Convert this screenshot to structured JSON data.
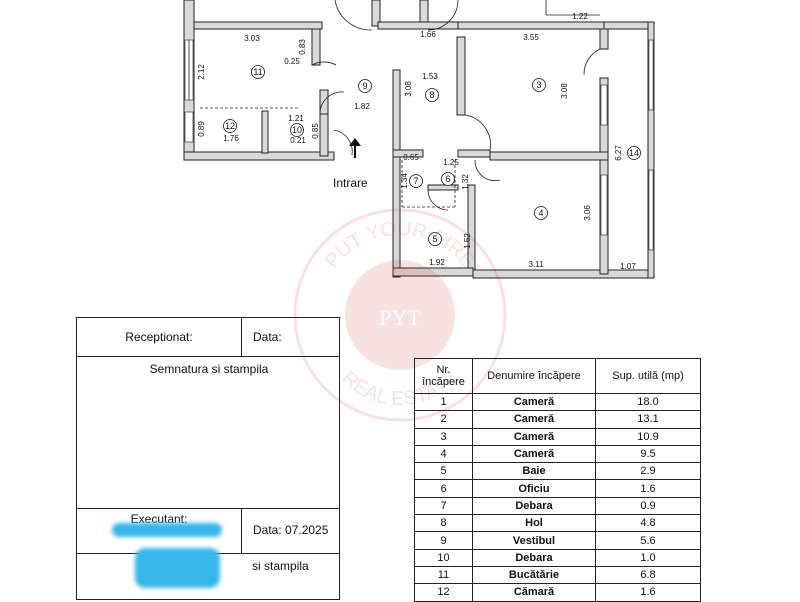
{
  "plan": {
    "entrance_label": "Intrare",
    "rooms": [
      {
        "no": "11"
      },
      {
        "no": "12"
      },
      {
        "no": "10"
      },
      {
        "no": "9"
      },
      {
        "no": "8"
      },
      {
        "no": "3"
      },
      {
        "no": "14"
      },
      {
        "no": "7"
      },
      {
        "no": "6"
      },
      {
        "no": "4"
      },
      {
        "no": "5"
      }
    ],
    "dimensions": [
      "1.22",
      "3.03",
      "1.66",
      "3.55",
      "0.83",
      "0.25",
      "2.12",
      "1.53",
      "3.08",
      "3.08",
      "1.82",
      "1.21",
      "0.89",
      "0.21",
      "1.76",
      "0.85",
      "6.27",
      "0.65",
      "1.25",
      "1.34",
      "1.32",
      "3.06",
      "1.52",
      "1.92",
      "3.11",
      "1.07"
    ]
  },
  "form": {
    "receptionat_label": "Receptionat:",
    "data_label": "Data:",
    "semnatura_label": "Semnatura si stampila",
    "executant_label": "Executant:",
    "executant_date": "Data: 07.2025",
    "stampila_fragment": "si stampila"
  },
  "rooms_table": {
    "headers": {
      "nr": "Nr. încăpere",
      "name": "Denumire încăpere",
      "area": "Sup. utilă (mp)"
    },
    "rows": [
      {
        "nr": "1",
        "name": "Cameră",
        "area": "18.0"
      },
      {
        "nr": "2",
        "name": "Cameră",
        "area": "13.1"
      },
      {
        "nr": "3",
        "name": "Cameră",
        "area": "10.9"
      },
      {
        "nr": "4",
        "name": "Cameră",
        "area": "9.5"
      },
      {
        "nr": "5",
        "name": "Baie",
        "area": "2.9"
      },
      {
        "nr": "6",
        "name": "Oficiu",
        "area": "1.6"
      },
      {
        "nr": "7",
        "name": "Debara",
        "area": "0.9"
      },
      {
        "nr": "8",
        "name": "Hol",
        "area": "4.8"
      },
      {
        "nr": "9",
        "name": "Vestibul",
        "area": "5.6"
      },
      {
        "nr": "10",
        "name": "Debara",
        "area": "1.0"
      },
      {
        "nr": "11",
        "name": "Bucătărie",
        "area": "6.8"
      },
      {
        "nr": "12",
        "name": "Cămară",
        "area": "1.6"
      }
    ]
  },
  "watermark": {
    "top_text": "PUT YOUR FIRE",
    "center_text": "PYT",
    "bottom_text": "REAL ESTATE"
  }
}
